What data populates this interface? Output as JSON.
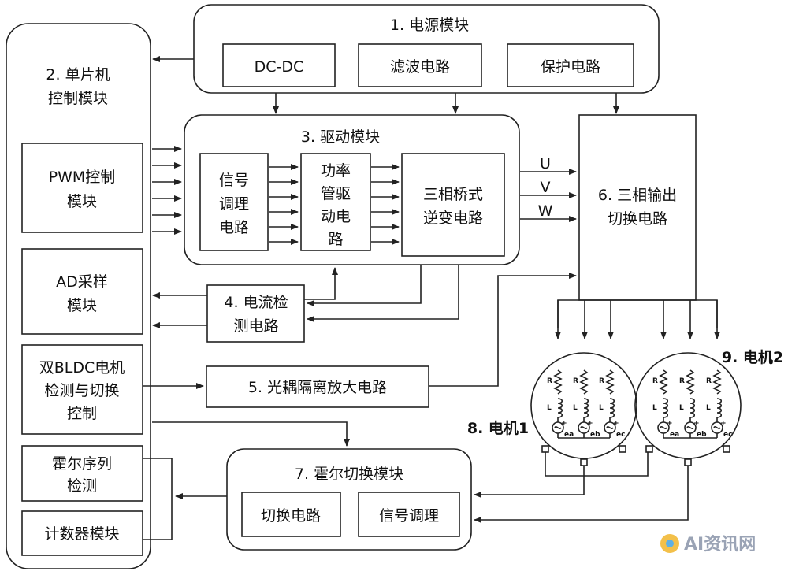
{
  "blocks": {
    "power": {
      "title": "1. 电源模块",
      "dcdc": "DC-DC",
      "filter": "滤波电路",
      "protect": "保护电路"
    },
    "mcu": {
      "title_l1": "2. 单片机",
      "title_l2": "控制模块",
      "pwm_l1": "PWM控制",
      "pwm_l2": "模块",
      "ad_l1": "AD采样",
      "ad_l2": "模块",
      "dual_l1": "双BLDC电机",
      "dual_l2": "检测与切换",
      "dual_l3": "控制",
      "hall_l1": "霍尔序列",
      "hall_l2": "检测",
      "counter": "计数器模块"
    },
    "driver": {
      "title": "3. 驱动模块",
      "sig_l1": "信号",
      "sig_l2": "调理",
      "sig_l3": "电路",
      "pwr_l1": "功率",
      "pwr_l2": "管驱",
      "pwr_l3": "动电",
      "pwr_l4": "路",
      "bridge_l1": "三相桥式",
      "bridge_l2": "逆变电路"
    },
    "current": {
      "l1": "4. 电流检",
      "l2": "测电路"
    },
    "opto": "5. 光耦隔离放大电路",
    "switch3": {
      "l1": "6. 三相输出",
      "l2": "切换电路"
    },
    "hall_switch": {
      "title": "7. 霍尔切换模块",
      "switch_circuit": "切换电路",
      "signal_cond": "信号调理"
    },
    "motor1": "8. 电机1",
    "motor2": "9. 电机2"
  },
  "phases": [
    "U",
    "V",
    "W"
  ],
  "motor_labels": {
    "r": "R",
    "l": "L",
    "emf": [
      "ea",
      "eb",
      "ec"
    ],
    "plus": "+",
    "minus": "-"
  },
  "watermark": "AI资讯网"
}
